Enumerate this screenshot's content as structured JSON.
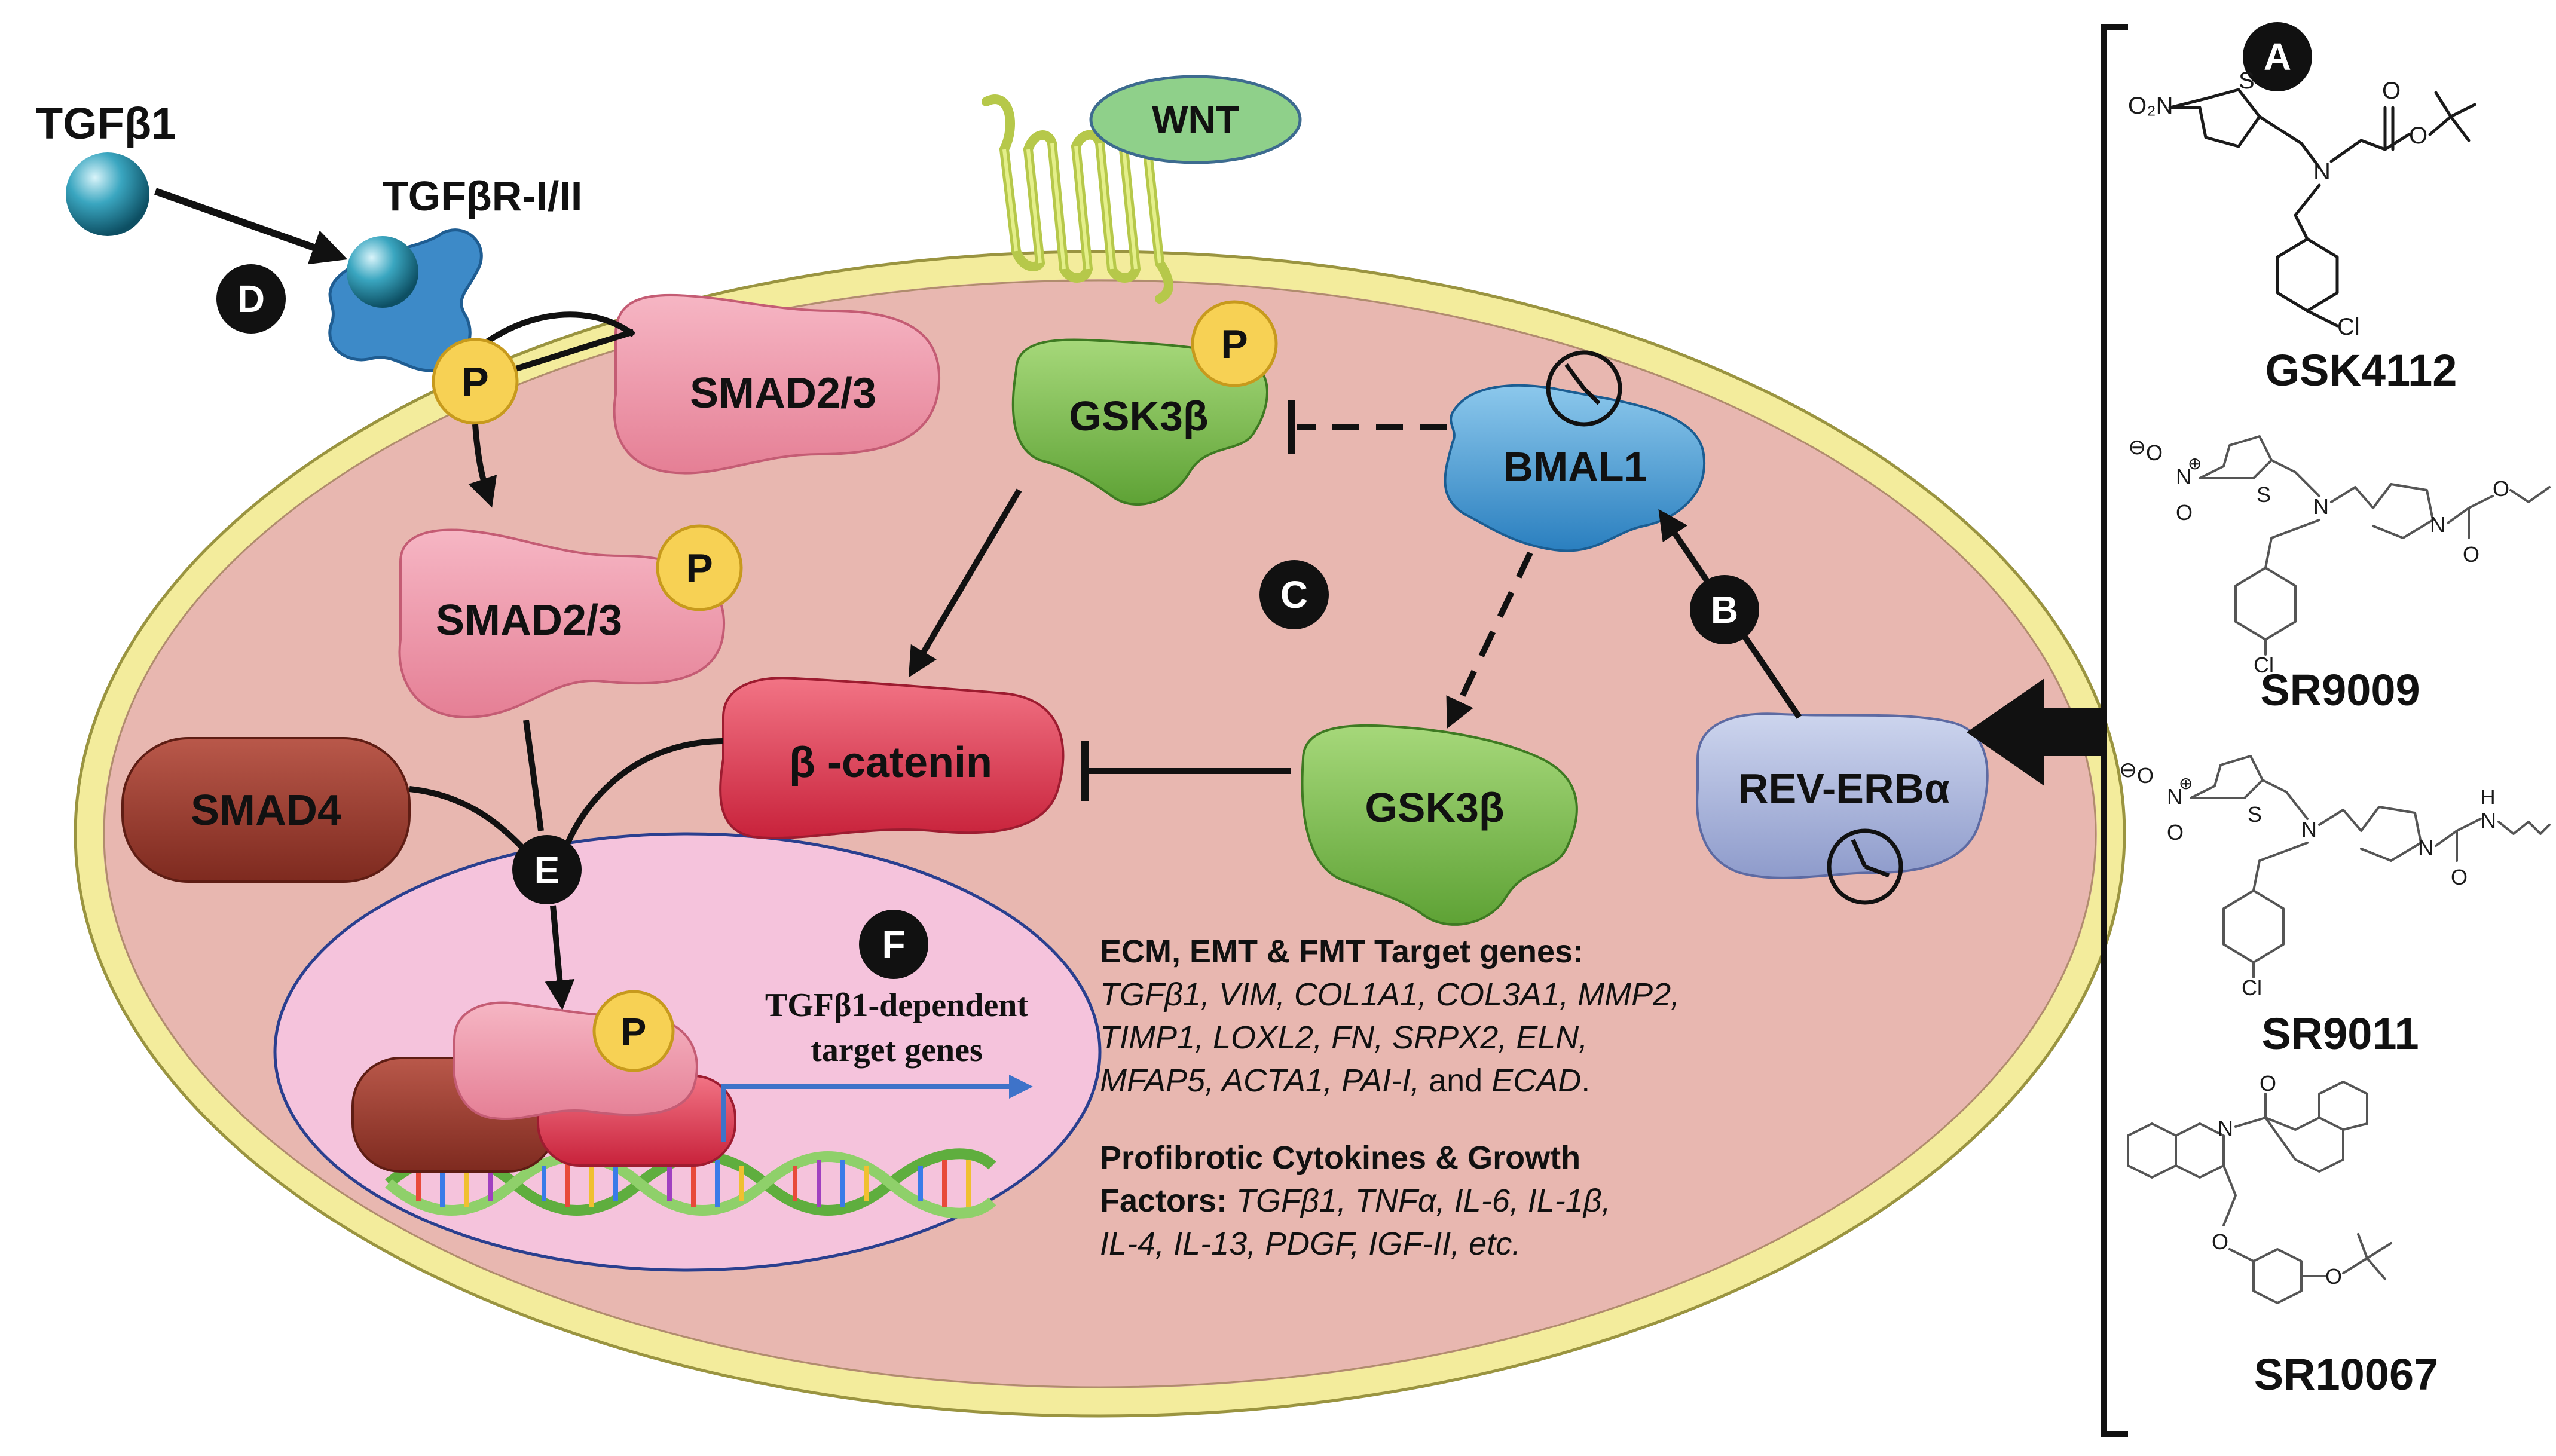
{
  "labels": {
    "tgfb1": "TGFβ1",
    "receptor": "TGFβR-I/II",
    "wnt": "WNT",
    "smad23_top": "SMAD2/3",
    "smad23_mid": "SMAD2/3",
    "smad4": "SMAD4",
    "gsk3b_top": "GSK3β",
    "gsk3b_bottom": "GSK3β",
    "bmal1": "BMAL1",
    "beta_catenin": "β -catenin",
    "rev_erba": "REV-ERBα",
    "phospho": "P",
    "nucleus_line1": "TGFβ1-dependent",
    "nucleus_line2": "target genes"
  },
  "badges": {
    "a": "A",
    "b": "B",
    "c": "C",
    "d": "D",
    "e": "E",
    "f": "F"
  },
  "target_genes": {
    "heading": "ECM, EMT & FMT Target genes:",
    "line1": "TGFβ1, VIM, COL1A1, COL3A1, MMP2,",
    "line2": "TIMP1, LOXL2, FN, SRPX2, ELN,",
    "line3a": "MFAP5, ACTA1, PAI-I,",
    "line3b": " and ",
    "line3c": "ECAD",
    "line3d": "."
  },
  "cytokines": {
    "heading1": "Profibrotic Cytokines & Growth",
    "heading2": "Factors:",
    "line1": " TGFβ1, TNFα, IL-6, IL-1β,",
    "line2": "IL-4, IL-13, PDGF, IGF-II, etc."
  },
  "compounds": [
    "GSK4112",
    "SR9009",
    "SR9011",
    "SR10067"
  ],
  "chem_atoms": {
    "o2n": "O₂N",
    "s": "S",
    "n": "N",
    "o": "O",
    "cl": "Cl",
    "h": "H",
    "minus": "⊖",
    "plus": "⊕"
  },
  "colors": {
    "cell_fill": "#e8b7b0",
    "cell_border": "#f3ec9c",
    "nucleus_fill": "#f5c3dc",
    "nucleus_border": "#2a3f8f",
    "smad23": "#ef8fa3",
    "smad4": "#9b3b2c",
    "gsk3b": "#7dbd4a",
    "bmal1": "#3c9bd6",
    "beta_catenin": "#e33a51",
    "rev_erba": "#a8b4d9",
    "phospho": "#f7d154",
    "wnt": "#8fd08a",
    "receptor": "#3d8ac8",
    "tgfb1": "#3aa6c0",
    "arrow_blue": "#3e73c9"
  }
}
